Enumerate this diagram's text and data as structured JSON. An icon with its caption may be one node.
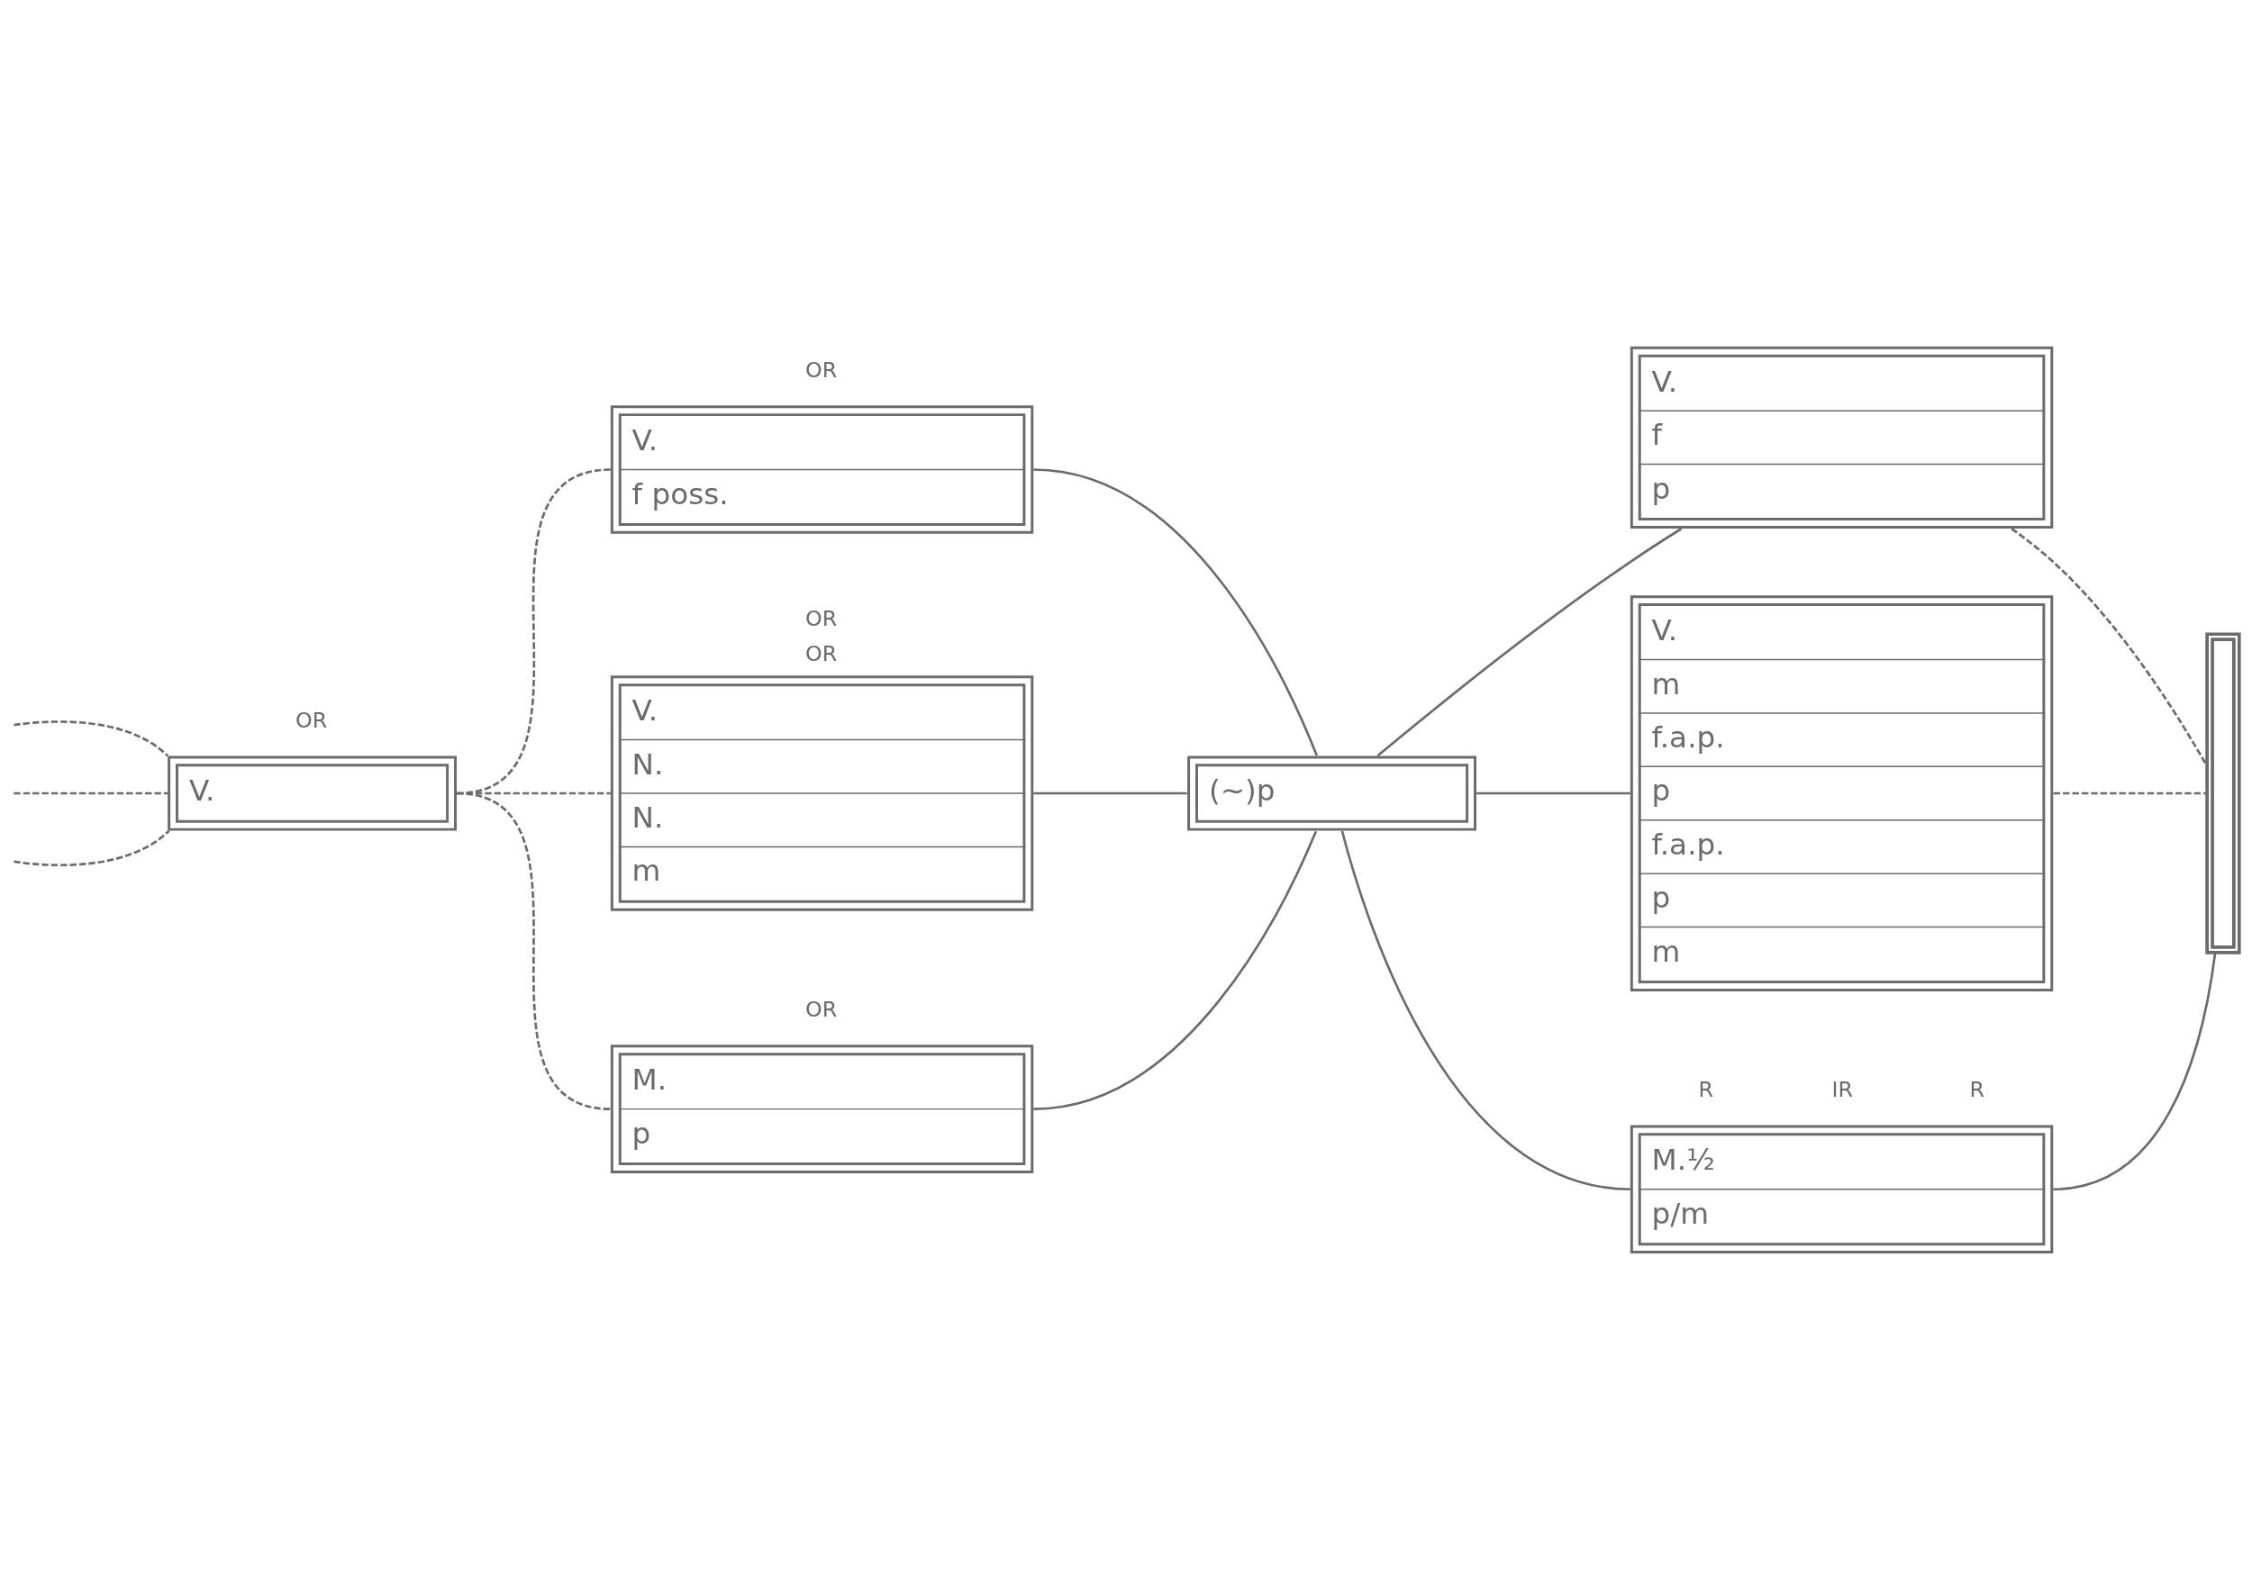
{
  "diagram": {
    "nodes": [
      {
        "text": [
          "V."
        ],
        "beside": [
          "OR"
        ]
      },
      {
        "text": [
          "V.",
          "f poss."
        ],
        "beside": [
          "OR"
        ]
      },
      {
        "text": [
          "V.",
          "N.",
          "N.",
          "m"
        ],
        "beside": [
          "OR",
          "OR"
        ]
      },
      {
        "text": [
          "M.",
          "p"
        ],
        "beside": [
          "OR"
        ]
      },
      {
        "text": [
          "(~)p"
        ]
      },
      {
        "text": [
          "V.",
          "f",
          "p"
        ]
      },
      {
        "text": [
          "V.",
          "m",
          "f.a.p.",
          "p",
          "f.a.p.",
          "p",
          "m"
        ]
      },
      {
        "text": [
          "M.½",
          "p/m"
        ],
        "beside": [
          "R",
          "IR",
          "R"
        ]
      },
      {
        "text": [],
        "shape": "bar"
      }
    ],
    "edges": [
      {
        "from": null,
        "to": 0,
        "arrow": "none",
        "style": "dashed"
      },
      {
        "from": null,
        "to": 0,
        "arrow": "none",
        "style": "dashed"
      },
      {
        "from": null,
        "to": 0,
        "arrow": "none",
        "style": "dashed"
      },
      {
        "from": 0,
        "to": 1,
        "arrow": "none",
        "style": "dashed"
      },
      {
        "from": 0,
        "to": 2,
        "arrow": "none",
        "style": "dashed"
      },
      {
        "from": 0,
        "to": 3,
        "arrow": "none",
        "style": "dashed"
      },
      {
        "from": 1,
        "to": 4,
        "arrow": "none"
      },
      {
        "from": 2,
        "to": 4,
        "arrow": "none"
      },
      {
        "from": 3,
        "to": 4,
        "arrow": "none"
      },
      {
        "from": 4,
        "to": 5,
        "arrow": "none"
      },
      {
        "from": 4,
        "to": 6,
        "arrow": "none"
      },
      {
        "from": 4,
        "to": 7,
        "arrow": "none"
      },
      {
        "from": 5,
        "to": 8,
        "arrow": "none",
        "style": "dashed"
      },
      {
        "from": 6,
        "to": 8,
        "arrow": "none",
        "style": "dashed"
      },
      {
        "from": 7,
        "to": 8,
        "arrow": "none"
      }
    ]
  }
}
